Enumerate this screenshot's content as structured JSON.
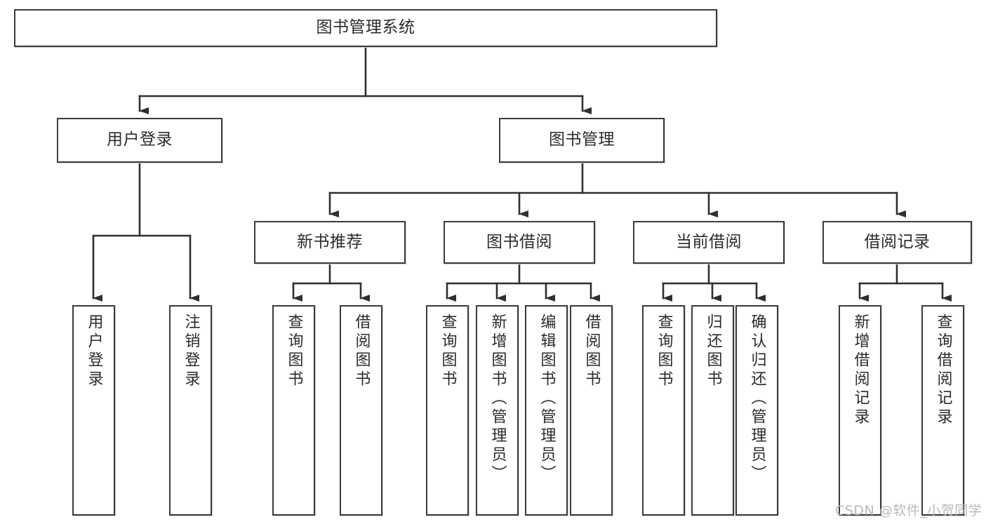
{
  "diagram": {
    "title": "图书管理系统",
    "type": "tree-hierarchy-flowchart",
    "colors": {
      "box_border": "#3b3b3b",
      "box_fill": "#ffffff",
      "connector": "#2f2f2f",
      "watermark": "#b9b9b9",
      "background": "#ffffff"
    },
    "root": {
      "label": "图书管理系统"
    },
    "level2": [
      {
        "label": "用户登录"
      },
      {
        "label": "图书管理"
      }
    ],
    "level3": [
      {
        "label": "新书推荐"
      },
      {
        "label": "图书借阅"
      },
      {
        "label": "当前借阅"
      },
      {
        "label": "借阅记录"
      }
    ],
    "leaves": {
      "user_login": [
        {
          "label": "用户登录"
        },
        {
          "label": "注销登录"
        }
      ],
      "new_book_recommend": [
        {
          "label": "查询图书"
        },
        {
          "label": "借阅图书"
        }
      ],
      "book_borrow": [
        {
          "label": "查询图书"
        },
        {
          "label": "新增图书（管理员）"
        },
        {
          "label": "编辑图书（管理员）"
        },
        {
          "label": "借阅图书"
        }
      ],
      "current_borrow": [
        {
          "label": "查询图书"
        },
        {
          "label": "归还图书"
        },
        {
          "label": "确认归还（管理员）"
        }
      ],
      "borrow_record": [
        {
          "label": "新增借阅记录"
        },
        {
          "label": "查询借阅记录"
        }
      ]
    }
  },
  "watermark": {
    "text": "CSDN @软件_小贺同学"
  }
}
